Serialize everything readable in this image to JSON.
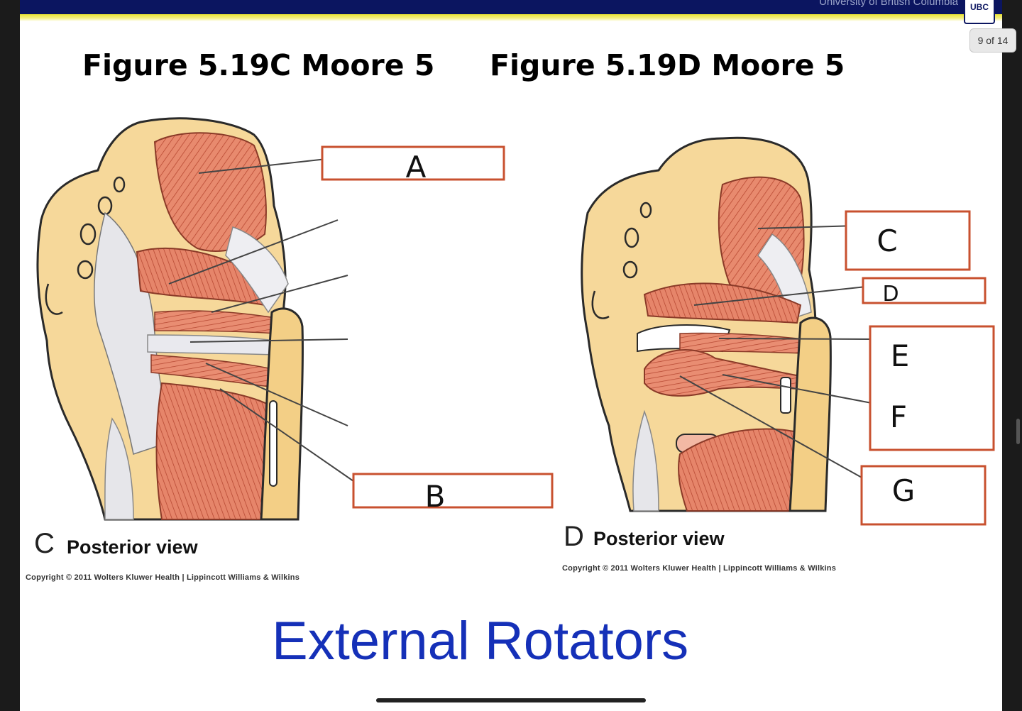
{
  "header": {
    "university": "University of British Columbia",
    "logo_text": "UBC",
    "pager": "9 of 14"
  },
  "figures": {
    "left_title": "Figure 5.19C Moore 5",
    "right_title": "Figure 5.19D Moore 5",
    "left_view_letter": "C",
    "left_view_label": "Posterior view",
    "right_view_letter": "D",
    "right_view_label": "Posterior view",
    "copyright": "Copyright © 2011 Wolters Kluwer Health | Lippincott Williams & Wilkins"
  },
  "labels": {
    "a": "A",
    "b": "B",
    "c": "C",
    "d": "D",
    "e": "E",
    "f": "F",
    "g": "G"
  },
  "slide_title": "External Rotators",
  "colors": {
    "label_box_border": "#c8512f",
    "title_blue": "#1530b8",
    "muscle": "#e07a5f",
    "bone": "#f6d89a",
    "ligament": "#e6e6ea"
  }
}
